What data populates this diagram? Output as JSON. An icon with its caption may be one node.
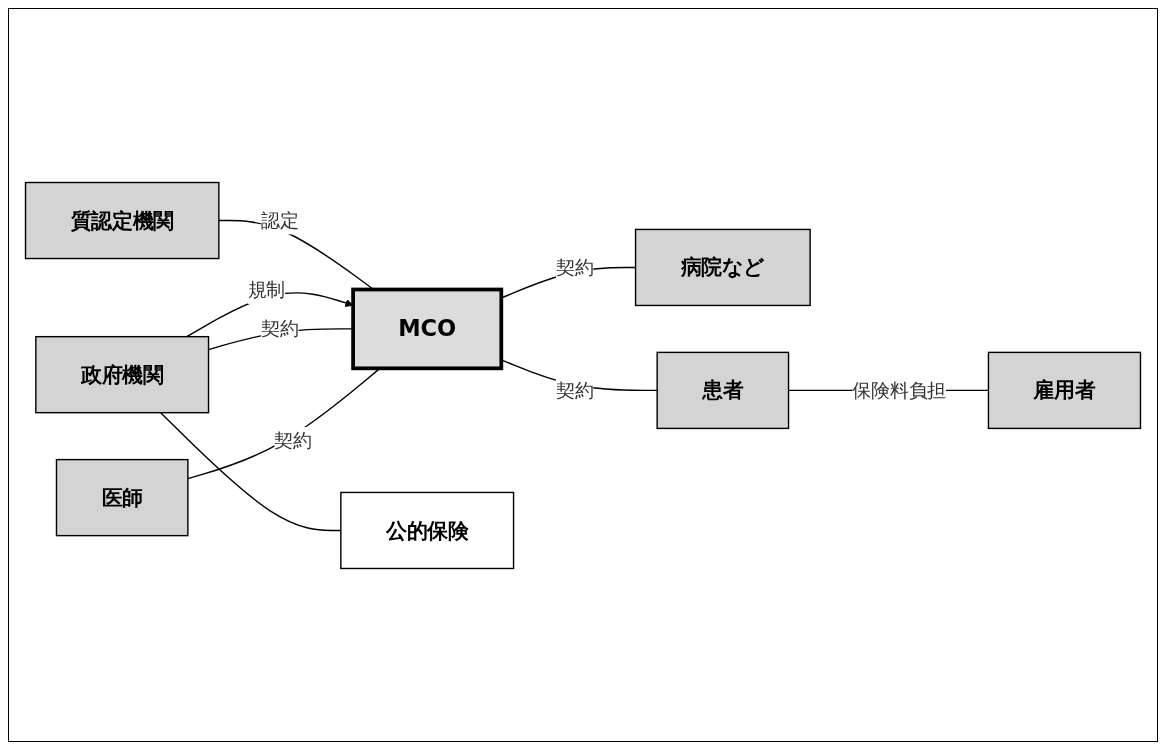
{
  "diagram": {
    "nodes": [
      {
        "text": [
          "医師"
        ]
      },
      {
        "text": [
          "質認定機関"
        ]
      },
      {
        "text": [
          "MCO"
        ]
      },
      {
        "text": [
          "病院など"
        ]
      },
      {
        "text": [
          "政府機関"
        ]
      },
      {
        "text": [
          "患者"
        ]
      },
      {
        "text": [
          "公的保険"
        ]
      },
      {
        "text": [
          "雇用者"
        ]
      }
    ],
    "edges": [
      {
        "from": 1,
        "to": 2,
        "label": "認定",
        "arrow": "none"
      },
      {
        "from": 4,
        "to": 2,
        "label": "規制",
        "arrow": "to"
      },
      {
        "from": 4,
        "to": 2,
        "label": "契約",
        "arrow": "none"
      },
      {
        "from": 0,
        "to": 2,
        "label": "契約",
        "arrow": "none"
      },
      {
        "from": 2,
        "to": 3,
        "label": "契約",
        "arrow": "none"
      },
      {
        "from": 2,
        "to": 5,
        "label": "契約",
        "arrow": "none"
      },
      {
        "from": 4,
        "to": 6,
        "arrow": "none"
      },
      {
        "from": 5,
        "to": 7,
        "label": "保険料負担",
        "arrow": "none"
      }
    ]
  }
}
